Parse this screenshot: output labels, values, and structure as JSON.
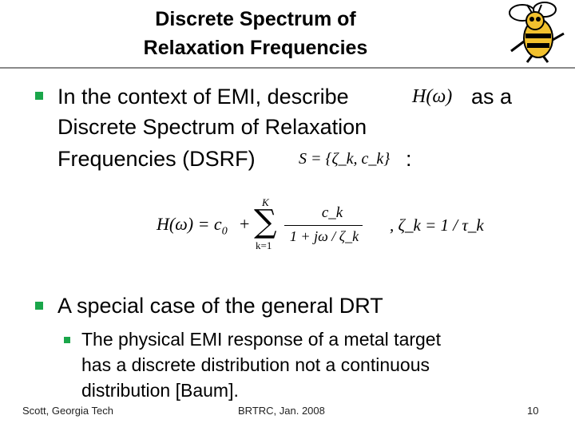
{
  "slide": {
    "title_line1": "Discrete Spectrum of",
    "title_line2": "Relaxation Frequencies",
    "bullet1": {
      "line1_part1": "In the context of EMI, describe",
      "line1_math": "H(ω)",
      "line1_part2": "as a",
      "line2": "Discrete Spectrum of Relaxation",
      "line3_part1": "Frequencies (DSRF)",
      "line3_math": "S = {ζ_k, c_k}",
      "line3_part2": ":"
    },
    "equation": {
      "lhs": "H(ω) = c",
      "c0_sub": "0",
      "plus": "+",
      "sum_top": "K",
      "sum_bottom": "k=1",
      "numerator": "c_k",
      "denominator": "1 + jω / ζ_k",
      "rhs": ", ζ_k = 1 / τ_k"
    },
    "bullet2": "A special case of the general DRT",
    "sub_bullet": {
      "line1": "The physical EMI response of a metal target",
      "line2": "has a discrete distribution not a continuous",
      "line3": "distribution [Baum]."
    }
  },
  "footer": {
    "left": "Scott, Georgia Tech",
    "center": "BRTRC, Jan. 2008",
    "page": "10"
  },
  "colors": {
    "bullet": "#1aa64a",
    "title_rule": "#8a8a8a",
    "logo_yellow": "#f2c12e"
  },
  "icons": {
    "logo": "yellow-jacket-mascot-icon"
  }
}
